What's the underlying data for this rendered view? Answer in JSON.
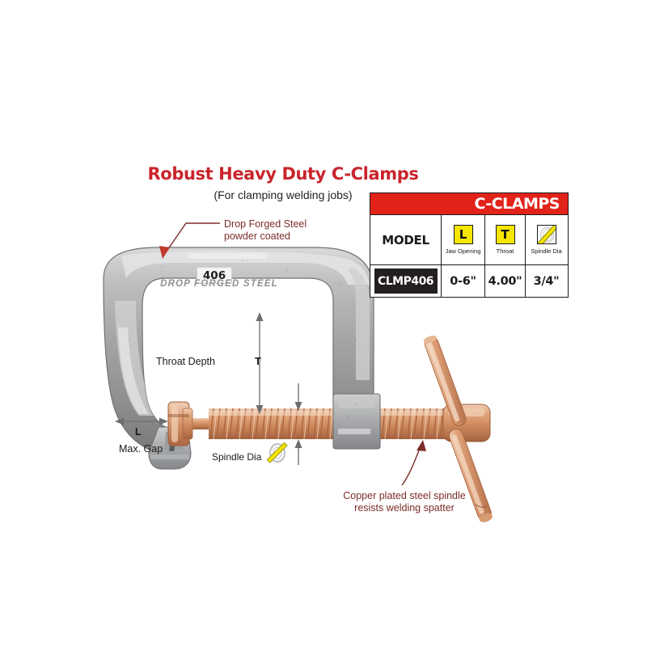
{
  "header": {
    "title": "Robust Heavy Duty C-Clamps",
    "subtitle": "(For clamping welding jobs)",
    "title_color": "#c9252c"
  },
  "spec_table": {
    "banner": "C-CLAMPS",
    "banner_bg": "#e2231a",
    "columns": [
      {
        "header": "MODEL",
        "symbol": null,
        "caption": null
      },
      {
        "header": null,
        "symbol": "L",
        "caption": "Jaw Opening"
      },
      {
        "header": null,
        "symbol": "T",
        "caption": "Throat"
      },
      {
        "header": null,
        "symbol": "spindle-dia-icon",
        "caption": "Spindle Dia"
      }
    ],
    "rows": [
      {
        "model": "CLMP406",
        "jaw_opening": "0-6\"",
        "throat": "4.00\"",
        "spindle_dia": "3/4\""
      }
    ],
    "symbol_bg": "#f7e600",
    "model_chip_bg": "#231f20"
  },
  "callouts": {
    "drop_forged_line1": "Drop Forged Steel",
    "drop_forged_line2": "powder coated",
    "spindle_line1": "Copper plated steel spindle",
    "spindle_line2": "resists welding spatter",
    "color": "#7b2d28"
  },
  "dimensions": {
    "throat_depth": "Throat Depth",
    "t_symbol": "T",
    "l_symbol": "L",
    "max_gap": "Max. Gap",
    "spindle_dia": "Spindle Dia"
  },
  "product_marks": {
    "size_stamp": "406",
    "body_emboss": "DROP FORGED STEEL"
  },
  "colors": {
    "steel_light": "#c9cacb",
    "steel_mid": "#a7a9ab",
    "steel_dark": "#76787a",
    "copper_light": "#e8b08a",
    "copper_mid": "#cf8a5e",
    "copper_dark": "#a9653f"
  }
}
